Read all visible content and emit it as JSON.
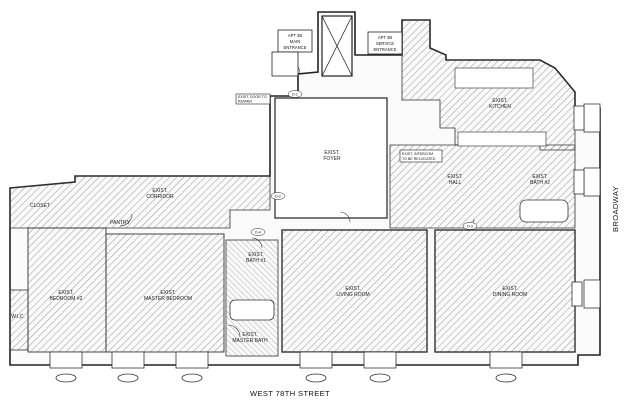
{
  "streets": {
    "south": "WEST 78TH STREET",
    "east": "BROADWAY"
  },
  "entrances": {
    "main": [
      "APT 3B",
      "MAIN",
      "ENTRANCE"
    ],
    "service": [
      "APT 3B",
      "SERVICE",
      "ENTRANCE"
    ]
  },
  "rooms": {
    "kitchen": [
      "EXIST.",
      "KITCHEN"
    ],
    "foyer": [
      "EXIST.",
      "FOYER"
    ],
    "corridor": [
      "EXIST.",
      "CORRIDOR"
    ],
    "hall": [
      "EXIST.",
      "HALL"
    ],
    "bath2": [
      "EXIST.",
      "BATH #2"
    ],
    "bath1": [
      "EXIST.",
      "BATH #1"
    ],
    "bedroom2": [
      "EXIST.",
      "BEDROOM #2"
    ],
    "master_bedroom": [
      "EXIST.",
      "MASTER BEDROOM"
    ],
    "living_room": [
      "EXIST.",
      "LIVING ROOM"
    ],
    "dining_room": [
      "EXIST.",
      "DINING ROOM"
    ],
    "master_bath": [
      "EXIST.",
      "MASTER BATH"
    ],
    "closet": "CLOSET",
    "pantry": "PANTRY",
    "wic": "W.I.C."
  },
  "notes": {
    "intercom": [
      "EXIST. INTERCOM",
      "TO BE RELOCATED"
    ],
    "door_note": [
      "EXIST. DOOR TO",
      "REMAIN"
    ]
  },
  "tags": {
    "door_1": "D-1",
    "door_2": "D-2",
    "door_3": "D-3",
    "door_4": "D-4"
  }
}
